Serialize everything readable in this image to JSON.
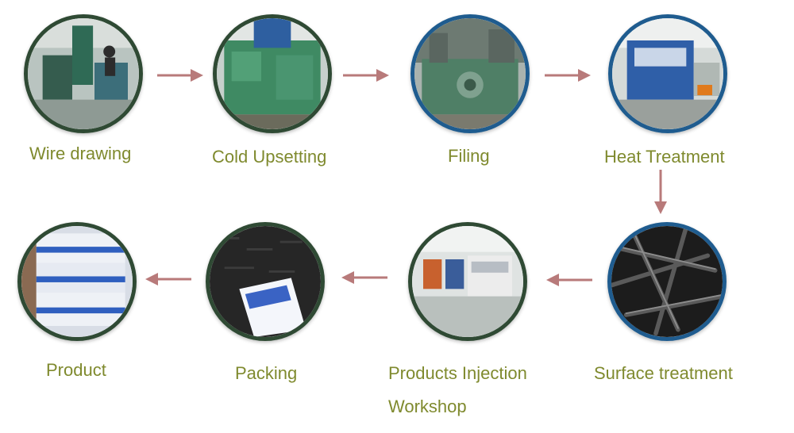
{
  "colors": {
    "label_text": "#7f8a2e",
    "arrow": "#b87a7a",
    "ring_dark_green": "#2f4a34",
    "ring_blue": "#1f5c8f"
  },
  "steps": [
    {
      "label": "Wire drawing",
      "photo": "wire-drawing-machine-photo"
    },
    {
      "label": "Cold Upsetting",
      "photo": "cold-upsetting-machine-photo"
    },
    {
      "label": "Filing",
      "photo": "filing-machine-photo"
    },
    {
      "label": "Heat Treatment",
      "photo": "heat-treatment-line-photo"
    },
    {
      "label": "Surface treatment",
      "photo": "black-screws-photo"
    },
    {
      "label": "Products Injection\nWorkshop",
      "photo": "injection-workshop-photo"
    },
    {
      "label": "Packing",
      "photo": "packing-screws-photo"
    },
    {
      "label": "Product",
      "photo": "boxed-product-photo"
    }
  ]
}
